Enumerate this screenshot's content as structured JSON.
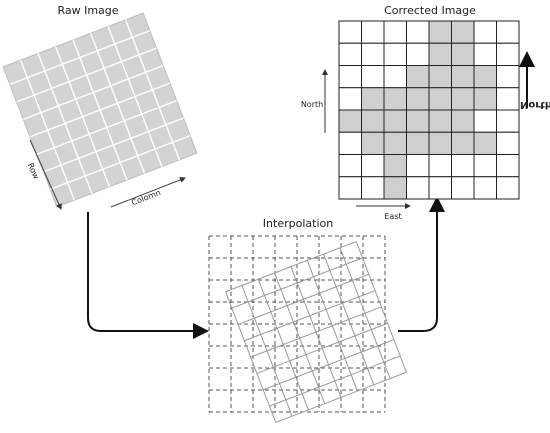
{
  "labels": {
    "raw_image": "Raw Image",
    "row": "Row",
    "column": "Colomn",
    "interpolation": "Interpolation",
    "corrected_image": "Corrected Image",
    "north": "North",
    "east": "East",
    "north_mirrored": "North"
  },
  "corrected_grid": {
    "rows": 8,
    "cols": 8,
    "filled": [
      [
        0,
        0,
        0,
        0,
        1,
        1,
        0,
        0
      ],
      [
        0,
        0,
        0,
        0,
        1,
        1,
        0,
        0
      ],
      [
        0,
        0,
        0,
        1,
        1,
        1,
        1,
        0
      ],
      [
        0,
        1,
        1,
        1,
        1,
        1,
        1,
        0
      ],
      [
        1,
        1,
        1,
        1,
        1,
        1,
        0,
        0
      ],
      [
        0,
        1,
        1,
        1,
        1,
        1,
        1,
        0
      ],
      [
        0,
        0,
        1,
        0,
        0,
        0,
        0,
        0
      ],
      [
        0,
        0,
        1,
        0,
        0,
        0,
        0,
        0
      ]
    ]
  },
  "colors": {
    "fill": "#cfcfcf",
    "stroke": "#222222",
    "raw_fill": "#d3d3d3",
    "raw_grid": "#ffffff",
    "grid_gray": "#9a9a9a",
    "dash_gray": "#555555"
  }
}
